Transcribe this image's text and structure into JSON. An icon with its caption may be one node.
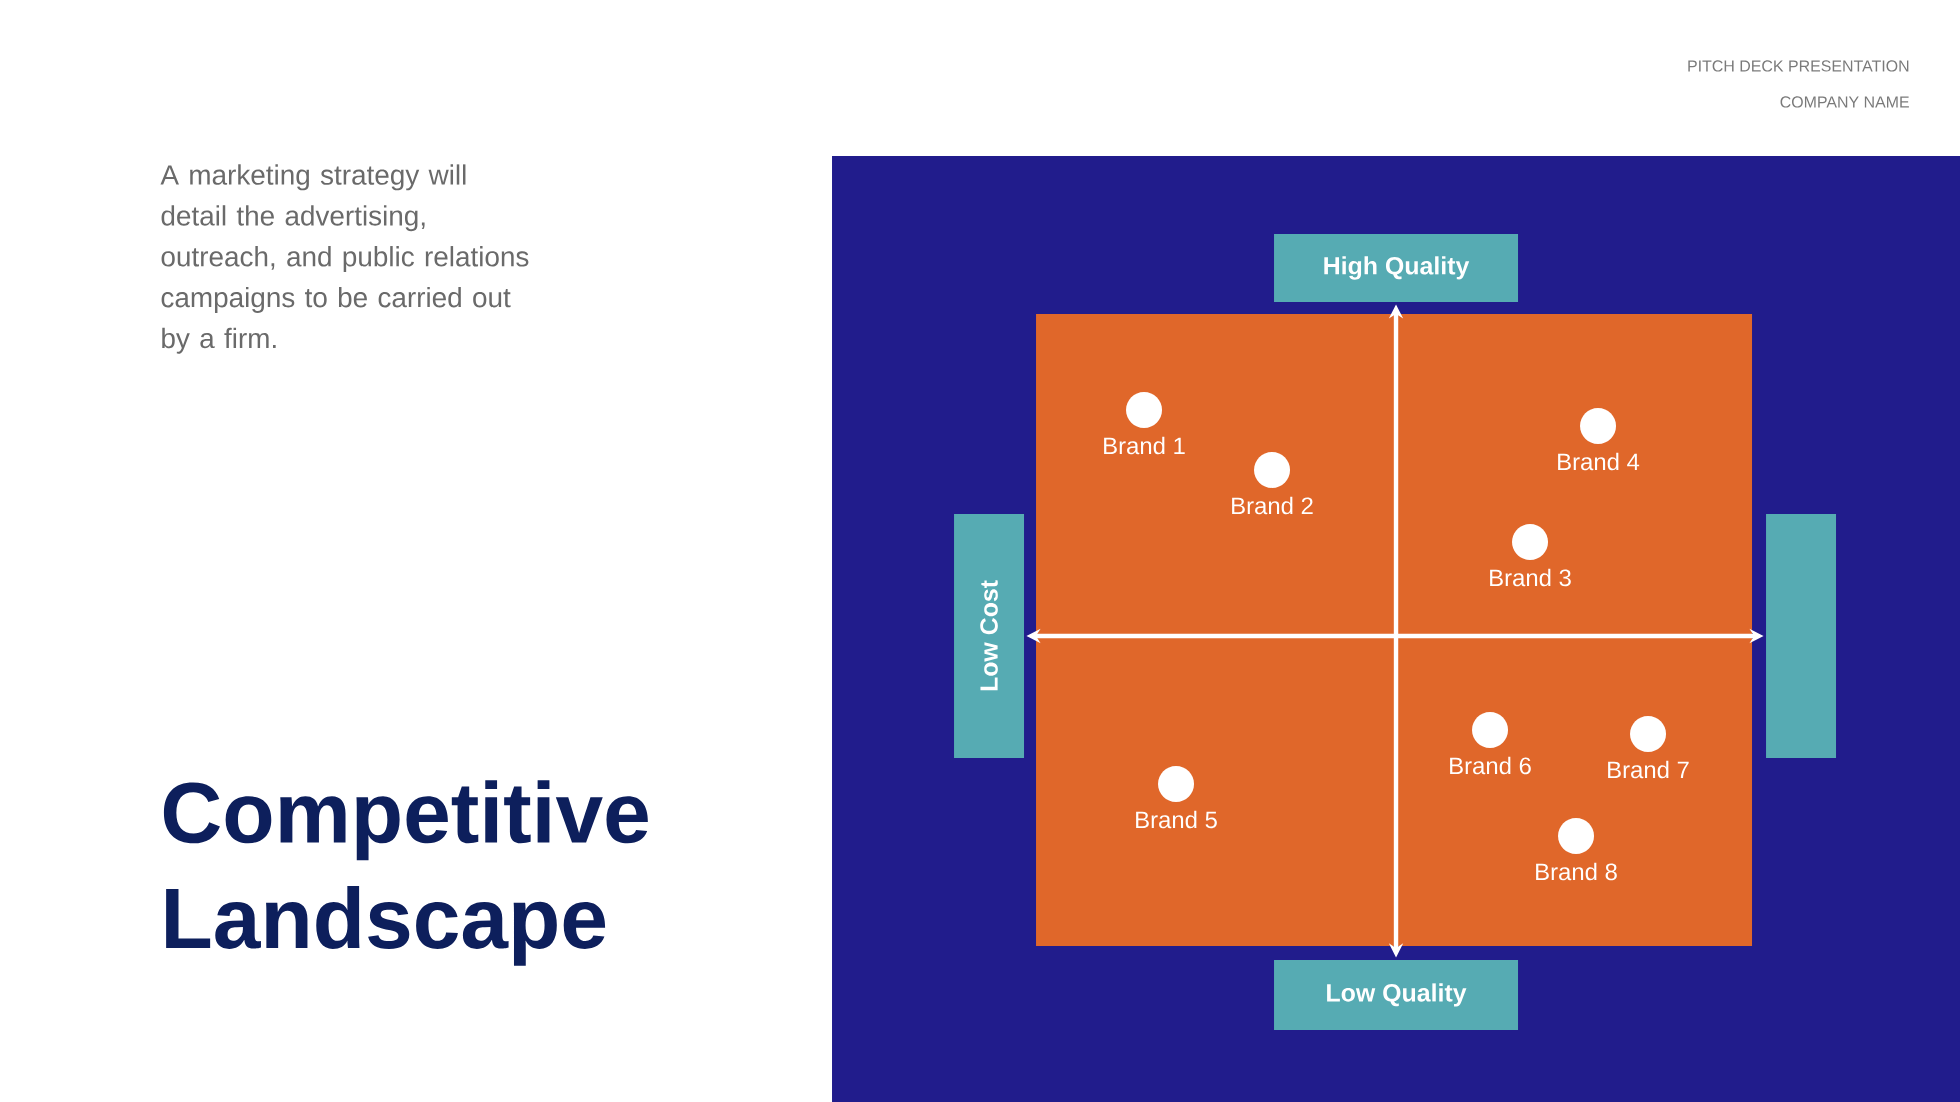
{
  "diagram": {
    "title": "Competitive Landscape",
    "nodes": [
      {
        "text": [
          "High Quality"
        ]
      },
      {
        "text": [
          "Low Cost"
        ]
      },
      {
        "text": [
          "Low Quality"
        ]
      },
      {
        "text": [],
        "shape": "box"
      },
      {
        "text": [],
        "shape": "circle",
        "beside": [
          "Brand 1"
        ]
      },
      {
        "text": [],
        "shape": "circle",
        "beside": [
          "Brand 2"
        ]
      },
      {
        "text": [],
        "shape": "circle",
        "beside": [
          "Brand 4"
        ]
      },
      {
        "text": [],
        "shape": "circle",
        "beside": [
          "Brand 3"
        ]
      },
      {
        "text": [],
        "shape": "circle",
        "beside": [
          "Brand 5"
        ]
      },
      {
        "text": [],
        "shape": "circle",
        "beside": [
          "Brand 6"
        ]
      },
      {
        "text": [],
        "shape": "circle",
        "beside": [
          "Brand 7"
        ]
      },
      {
        "text": [],
        "shape": "circle",
        "beside": [
          "Brand 8"
        ]
      }
    ],
    "edges": [
      {
        "from": 0,
        "to": 2,
        "arrow": "both"
      },
      {
        "from": 1,
        "to": 3,
        "arrow": "both"
      }
    ],
    "labels": [
      "PITCH DECK PRESENTATION",
      "COMPANY NAME",
      "A marketing strategy will detail the advertising, outreach, and public relations campaigns to be carried out by a firm."
    ]
  }
}
